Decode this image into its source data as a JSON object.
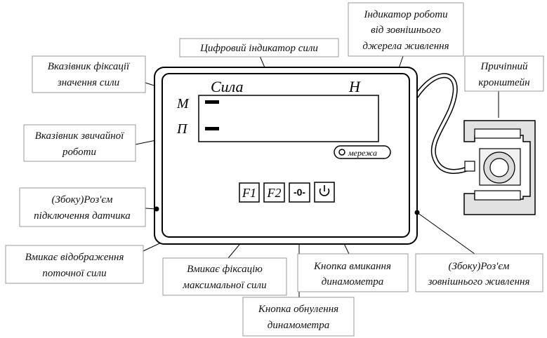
{
  "colors": {
    "ink": "#000000",
    "callout_border": "#9a9a9a",
    "background": "#ffffff",
    "bracket_fill": "#e2e2e2"
  },
  "panel": {
    "force_label": "Сила",
    "unit_label": "Н",
    "max_mode_letter": "М",
    "normal_mode_letter": "П",
    "power_indicator_label": "мережа",
    "buttons": {
      "f1": "F1",
      "f2": "F2",
      "zero": "-0-",
      "power_icon": "power-icon"
    }
  },
  "callouts": {
    "power_indicator": [
      "Індикатор роботи",
      "від зовнішнього",
      "джерела живлення"
    ],
    "digital_display": [
      "Цифровий індикатор сили"
    ],
    "max_fix_pointer": [
      "Вказівник фіксації",
      "значення сили"
    ],
    "normal_pointer": [
      "Вказівник звичайної",
      "роботи"
    ],
    "bracket": [
      "Причіпний",
      "кронштейн"
    ],
    "sensor_connector": [
      "(Збоку)Роз'єм",
      "підключення датчика"
    ],
    "f1_function": [
      "Вмикає відображення",
      "поточної сили"
    ],
    "f2_function": [
      "Вмикає фіксацію",
      "максимальної сили"
    ],
    "power_button": [
      "Кнопка вмикання",
      "динамометра"
    ],
    "external_power_connector": [
      "(Збоку)Роз'єм",
      "зовнішнього живлення"
    ],
    "zero_button": [
      "Кнопка обнулення",
      "динамометра"
    ]
  }
}
